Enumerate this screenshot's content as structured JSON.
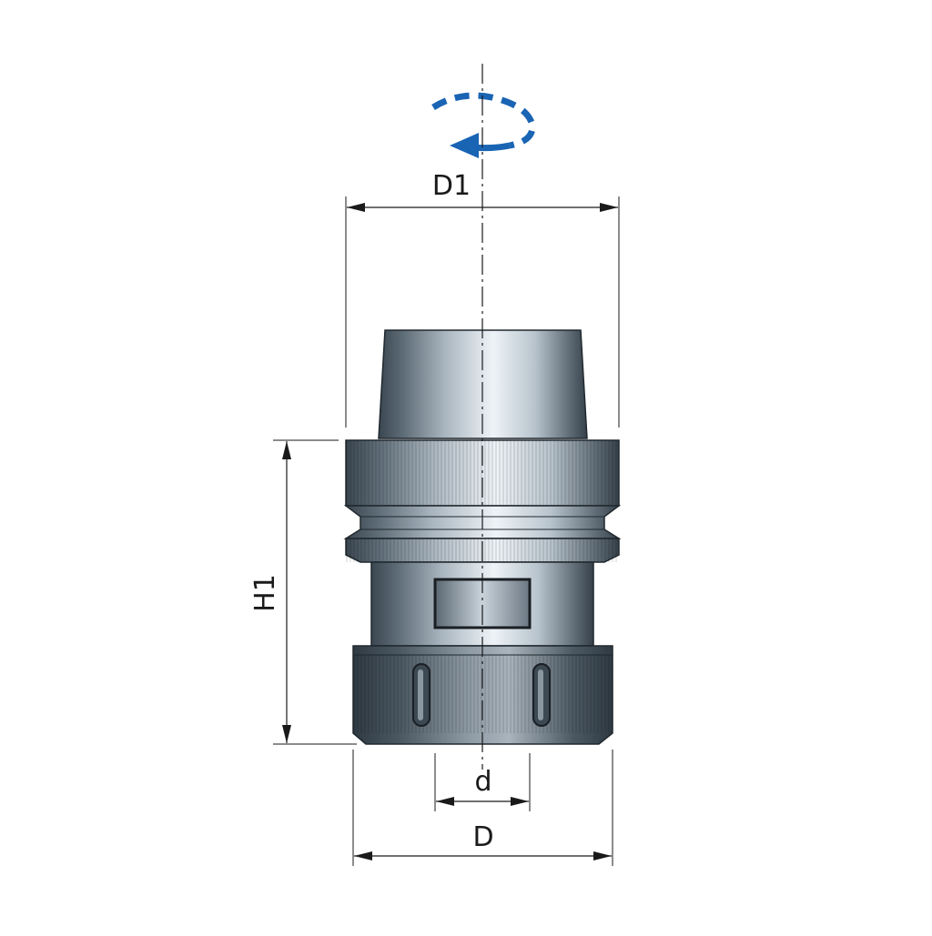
{
  "dimensions": {
    "d1": "D1",
    "h1": "H1",
    "d": "d",
    "d_outer": "D"
  },
  "colors": {
    "rotation_arrow": "#1a64b4",
    "dimension_line": "#1a1a1a",
    "body_dark": "#3c4852",
    "body_light": "#dde7ee"
  },
  "icons": {
    "rotation": "rotation-direction-arrow-icon"
  }
}
